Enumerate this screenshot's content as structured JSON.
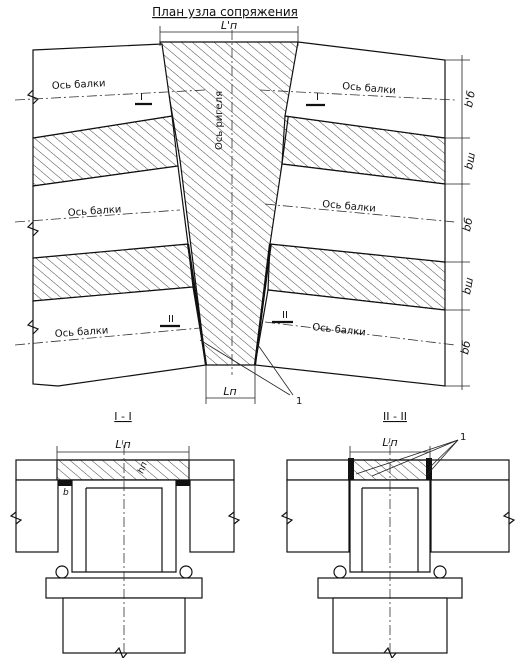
{
  "title": "План узла сопряжения",
  "plan": {
    "beam_axis_label": "Ось балки",
    "girder_axis_label": "Ось ригеля",
    "section_one_mark": "I",
    "section_two_mark": "II",
    "dim_top": "L'п",
    "dim_bottom": "Lп",
    "dim_b_beam": "b'б",
    "dim_b_gap": "bш",
    "dim_b_beam2": "bб",
    "callout_number": "1"
  },
  "section_one": {
    "title": "I - I",
    "dim_width": "Lᴵп",
    "dim_height": "hп",
    "dim_b": "b"
  },
  "section_two": {
    "title": "II - II",
    "dim_width": "Lᴶп",
    "callout_number": "1"
  }
}
